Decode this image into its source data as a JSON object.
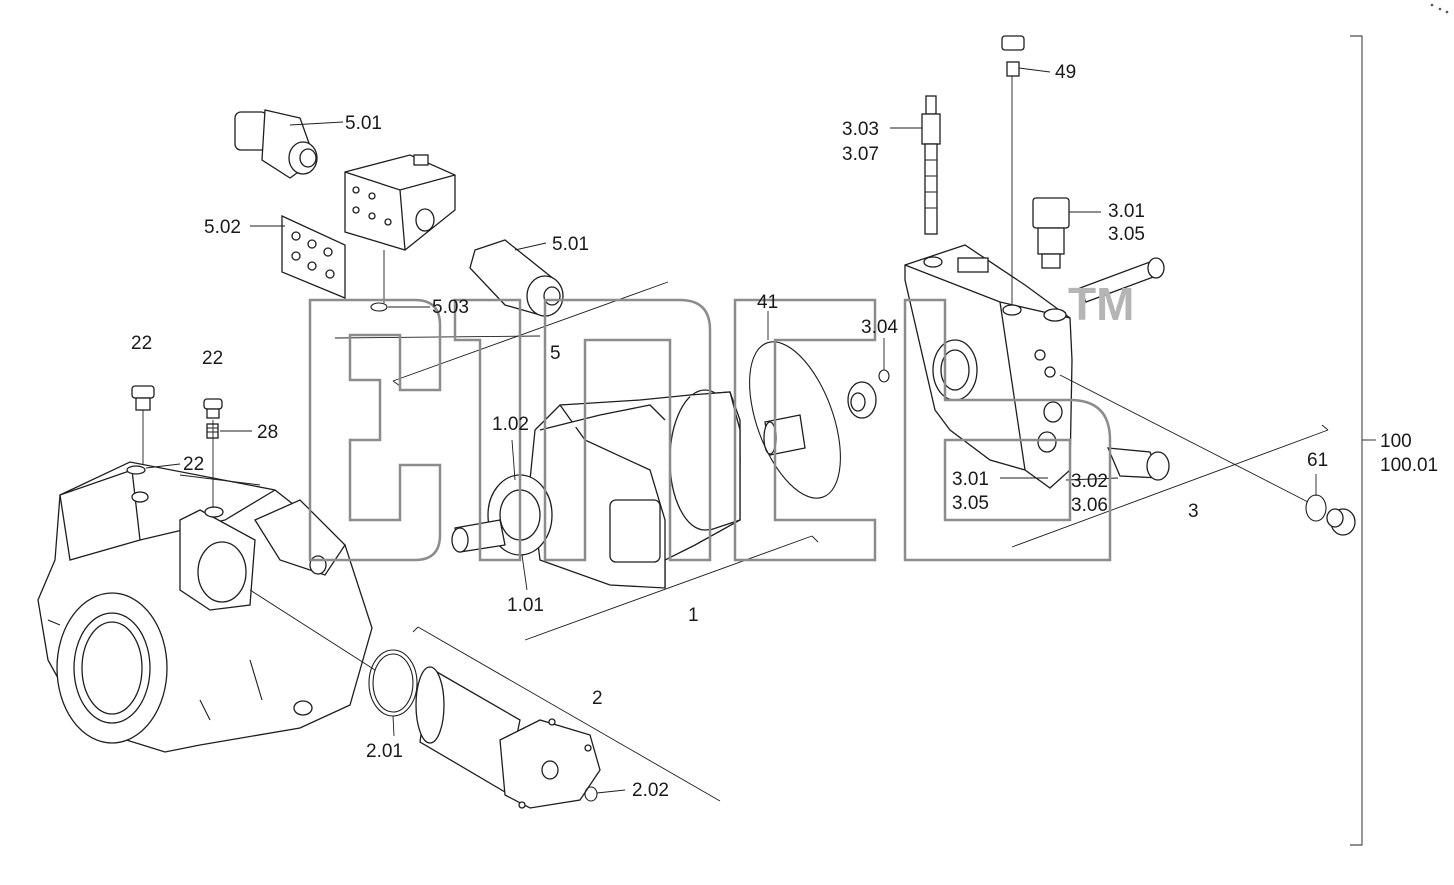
{
  "diagram": {
    "labels": {
      "p501a": "5.01",
      "p502": "5.02",
      "p501b": "5.01",
      "p503": "5.03",
      "p5": "5",
      "p22a": "22",
      "p22b": "22",
      "p28": "28",
      "p22c": "22",
      "p102": "1.02",
      "p101": "1.01",
      "p1": "1",
      "p41": "41",
      "p304": "3.04",
      "p303": "3.03",
      "p307": "3.07",
      "p49": "49",
      "p301a": "3.01",
      "p305a": "3.05",
      "p301b": "3.01",
      "p305b": "3.05",
      "p302": "3.02",
      "p306": "3.06",
      "p3": "3",
      "p61": "61",
      "p100": "100",
      "p10001": "100.01",
      "p2": "2",
      "p201": "2.01",
      "p202": "2.02"
    },
    "watermark": {
      "trademark": "TM"
    }
  }
}
